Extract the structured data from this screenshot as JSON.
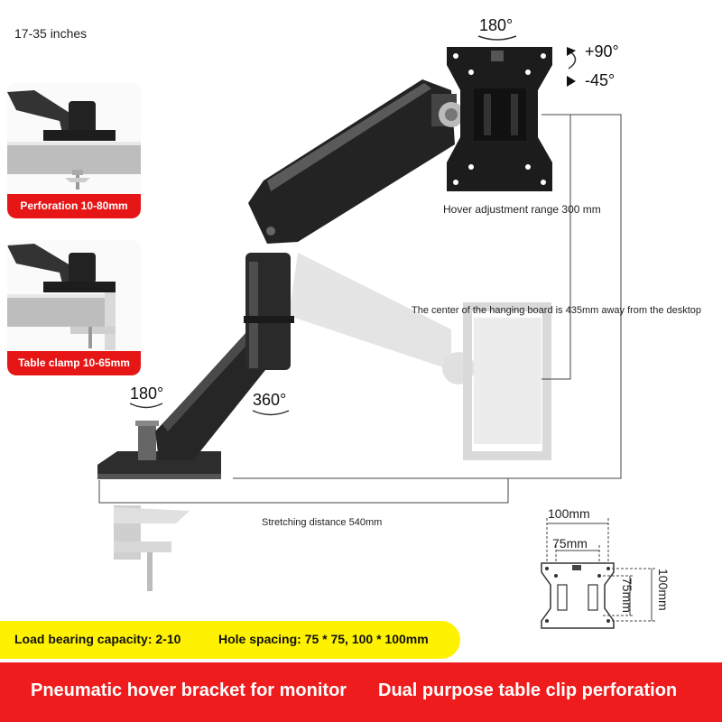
{
  "size_range": "17-35 inches",
  "rotations": {
    "top": "180°",
    "tilt_up": "+90°",
    "tilt_down": "-45°",
    "base": "180°",
    "swivel": "360°"
  },
  "cards": {
    "perforation": "Perforation 10-80mm",
    "clamp": "Table clamp 10-65mm"
  },
  "annotations": {
    "hover_range": "Hover adjustment range 300 mm",
    "center_distance": "The center of the hanging board is 435mm away from the desktop",
    "stretch": "Stretching distance 540mm"
  },
  "vesa": {
    "outer_w": "100mm",
    "inner_w": "75mm",
    "inner_h": "75mm",
    "outer_h": "100mm"
  },
  "specs": {
    "load": "Load bearing capacity: 2-10",
    "holes": "Hole spacing: 75 * 75, 100 * 100mm"
  },
  "banner": {
    "left": "Pneumatic hover bracket for monitor",
    "right": "Dual purpose table clip perforation"
  }
}
